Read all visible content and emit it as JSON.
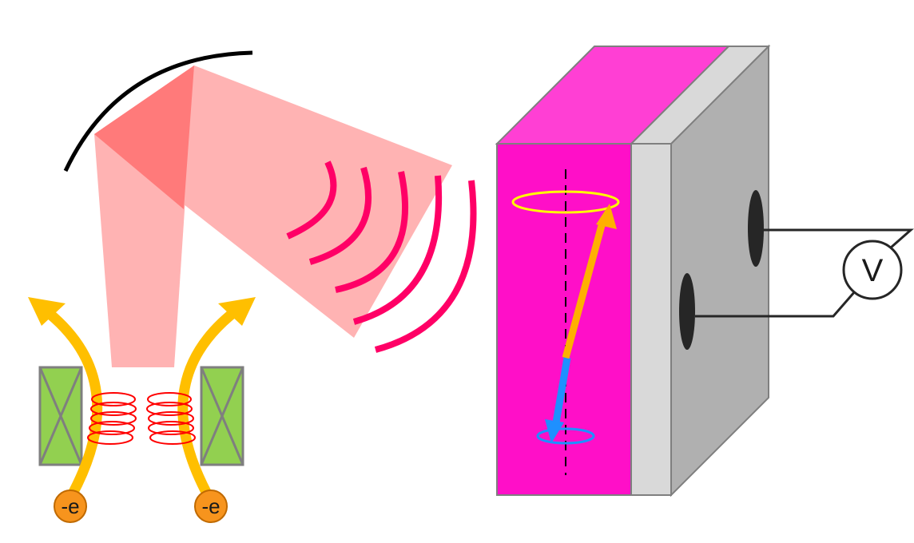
{
  "labels": {
    "electron_left": "-e",
    "electron_right": "-e",
    "voltmeter": "V"
  },
  "colors": {
    "electron_path": "#ffbf00",
    "electron_fill": "#f7941d",
    "magnet": "#92d050",
    "magnet_stroke": "#7f7f7f",
    "coil": "#ff0000",
    "radiation_beam": "#ffb3b3",
    "radiation_beam_dark": "#ff7a7a",
    "mirror": "#000000",
    "wavefronts": "#ff0066",
    "sample_front": "#ff0fc8",
    "sample_top": "#ff3fd4",
    "substrate_light": "#d9d9d9",
    "substrate_dark": "#b0b0b0",
    "spin_up": "#ffb000",
    "spin_down": "#1e90ff",
    "precession_up": "#ffff00",
    "precession_down": "#1e90ff",
    "electrode": "#262626"
  }
}
